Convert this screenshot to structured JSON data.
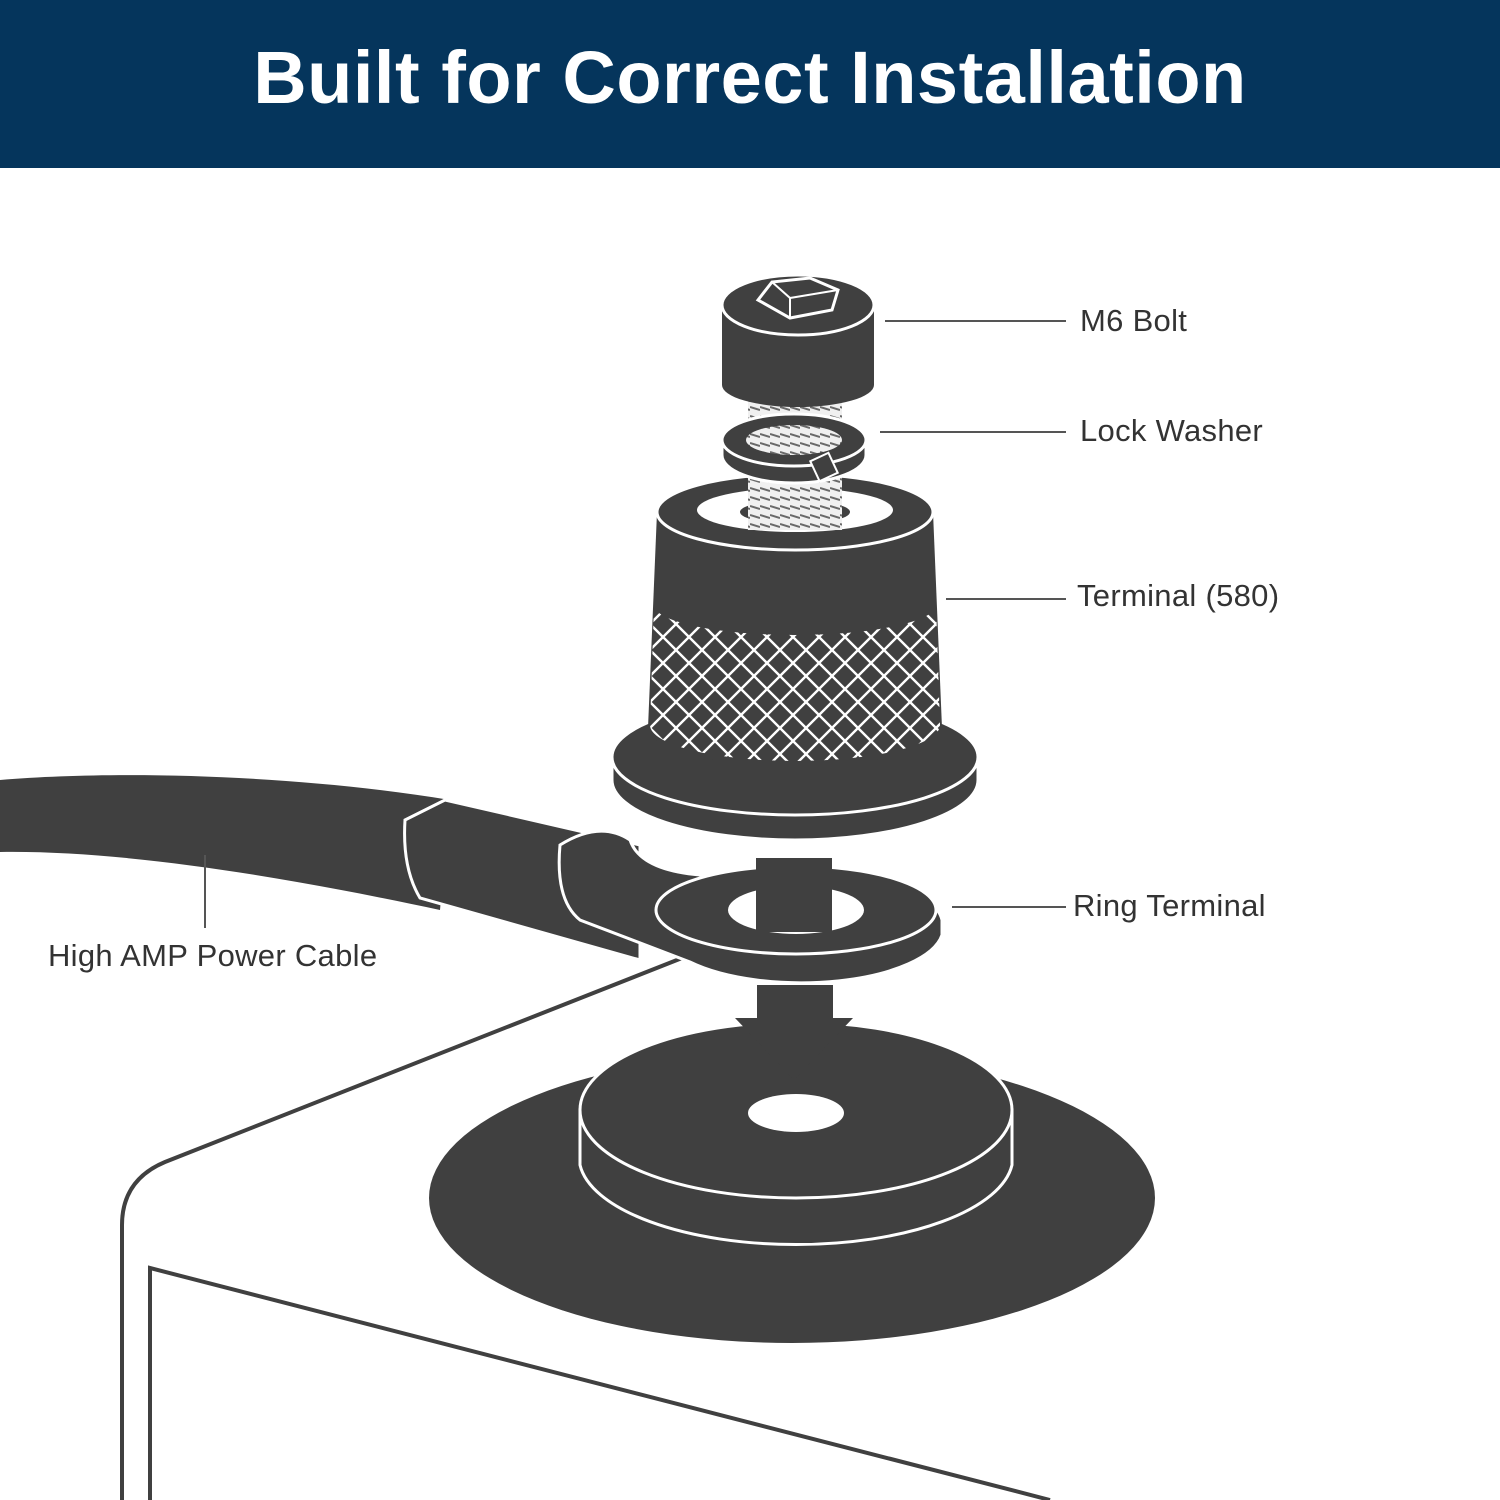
{
  "header": {
    "title": "Built for Correct Installation",
    "background_color": "#05355c",
    "text_color": "#ffffff"
  },
  "diagram": {
    "part_color": "#404040",
    "labels": {
      "bolt": "M6 Bolt",
      "lock_washer": "Lock Washer",
      "terminal": "Terminal (580)",
      "ring_terminal": "Ring Terminal",
      "cable": "High AMP Power Cable"
    }
  }
}
